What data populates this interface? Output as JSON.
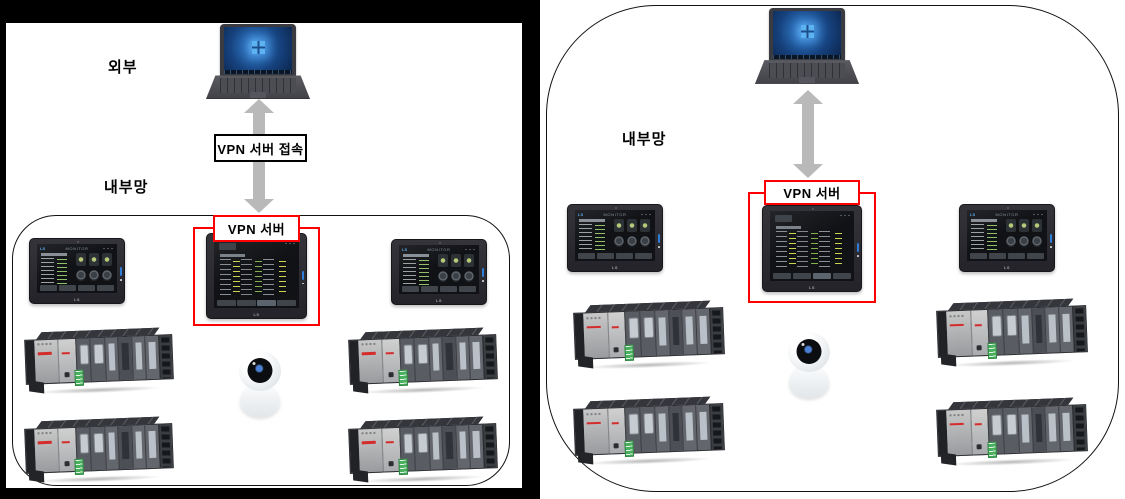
{
  "left_slide": {
    "external_label": "외부",
    "internal_label": "내부망",
    "vpn_access_box": "VPN 서버 접속",
    "vpn_server_box": "VPN 서버"
  },
  "right_slide": {
    "internal_label": "내부망",
    "vpn_server_box": "VPN 서버"
  },
  "devices": {
    "hmi_screen_title": "MONITOR",
    "hmi_brand": "LS"
  },
  "colors": {
    "highlight_red": "#ff0000",
    "arrow_gray": "#b9b9b9",
    "boundary_black": "#000000",
    "slide_background": "#ffffff",
    "outer_background": "#000000"
  }
}
